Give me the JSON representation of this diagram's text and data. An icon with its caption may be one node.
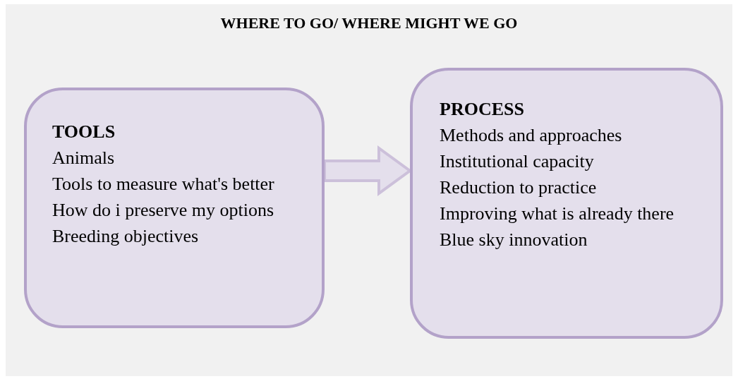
{
  "diagram": {
    "title": "WHERE TO GO/ WHERE MIGHT WE GO",
    "nodes": [
      {
        "text": [
          "TOOLS",
          "Animals",
          "Tools to measure what's better",
          "How do i preserve my options",
          "Breeding objectives"
        ]
      },
      {
        "text": [
          "PROCESS",
          "Methods and approaches",
          "Institutional capacity",
          "Reduction to practice",
          "Improving what is already there",
          "Blue sky innovation"
        ]
      }
    ],
    "edges": [
      {
        "from": 0,
        "to": 1,
        "arrow": "to"
      }
    ]
  }
}
